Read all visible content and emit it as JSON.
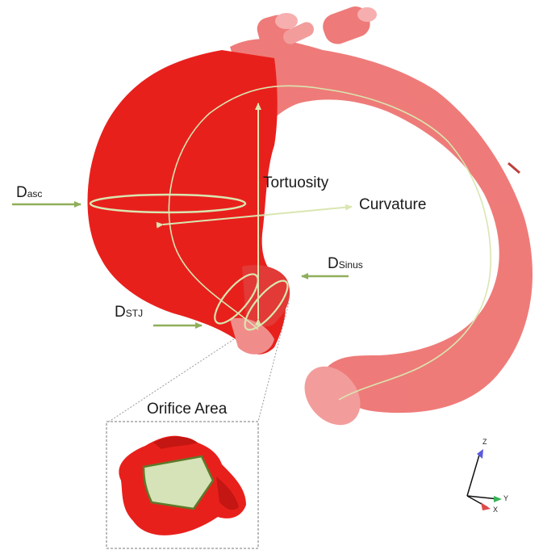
{
  "labels": {
    "tortuosity": "Tortuosity",
    "curvature": "Curvature",
    "d_asc_main": "D",
    "d_asc_sub": "asc",
    "d_sinus_main": "D",
    "d_sinus_sub": "Sinus",
    "d_stj_main": "D",
    "d_stj_sub": "STJ",
    "orifice_area": "Orifice Area"
  },
  "axes": {
    "z": "Z",
    "y": "Y",
    "x": "X"
  },
  "colors": {
    "aorta_red": "#e8201c",
    "aorta_transparent": "#ec6462",
    "centerline": "#d9e6b0",
    "arrow_green": "#8fae5a",
    "orifice_fill": "#d6e2b8",
    "axis_z": "#5b5bd9",
    "axis_y": "#36b456",
    "axis_x": "#e04a4a"
  }
}
